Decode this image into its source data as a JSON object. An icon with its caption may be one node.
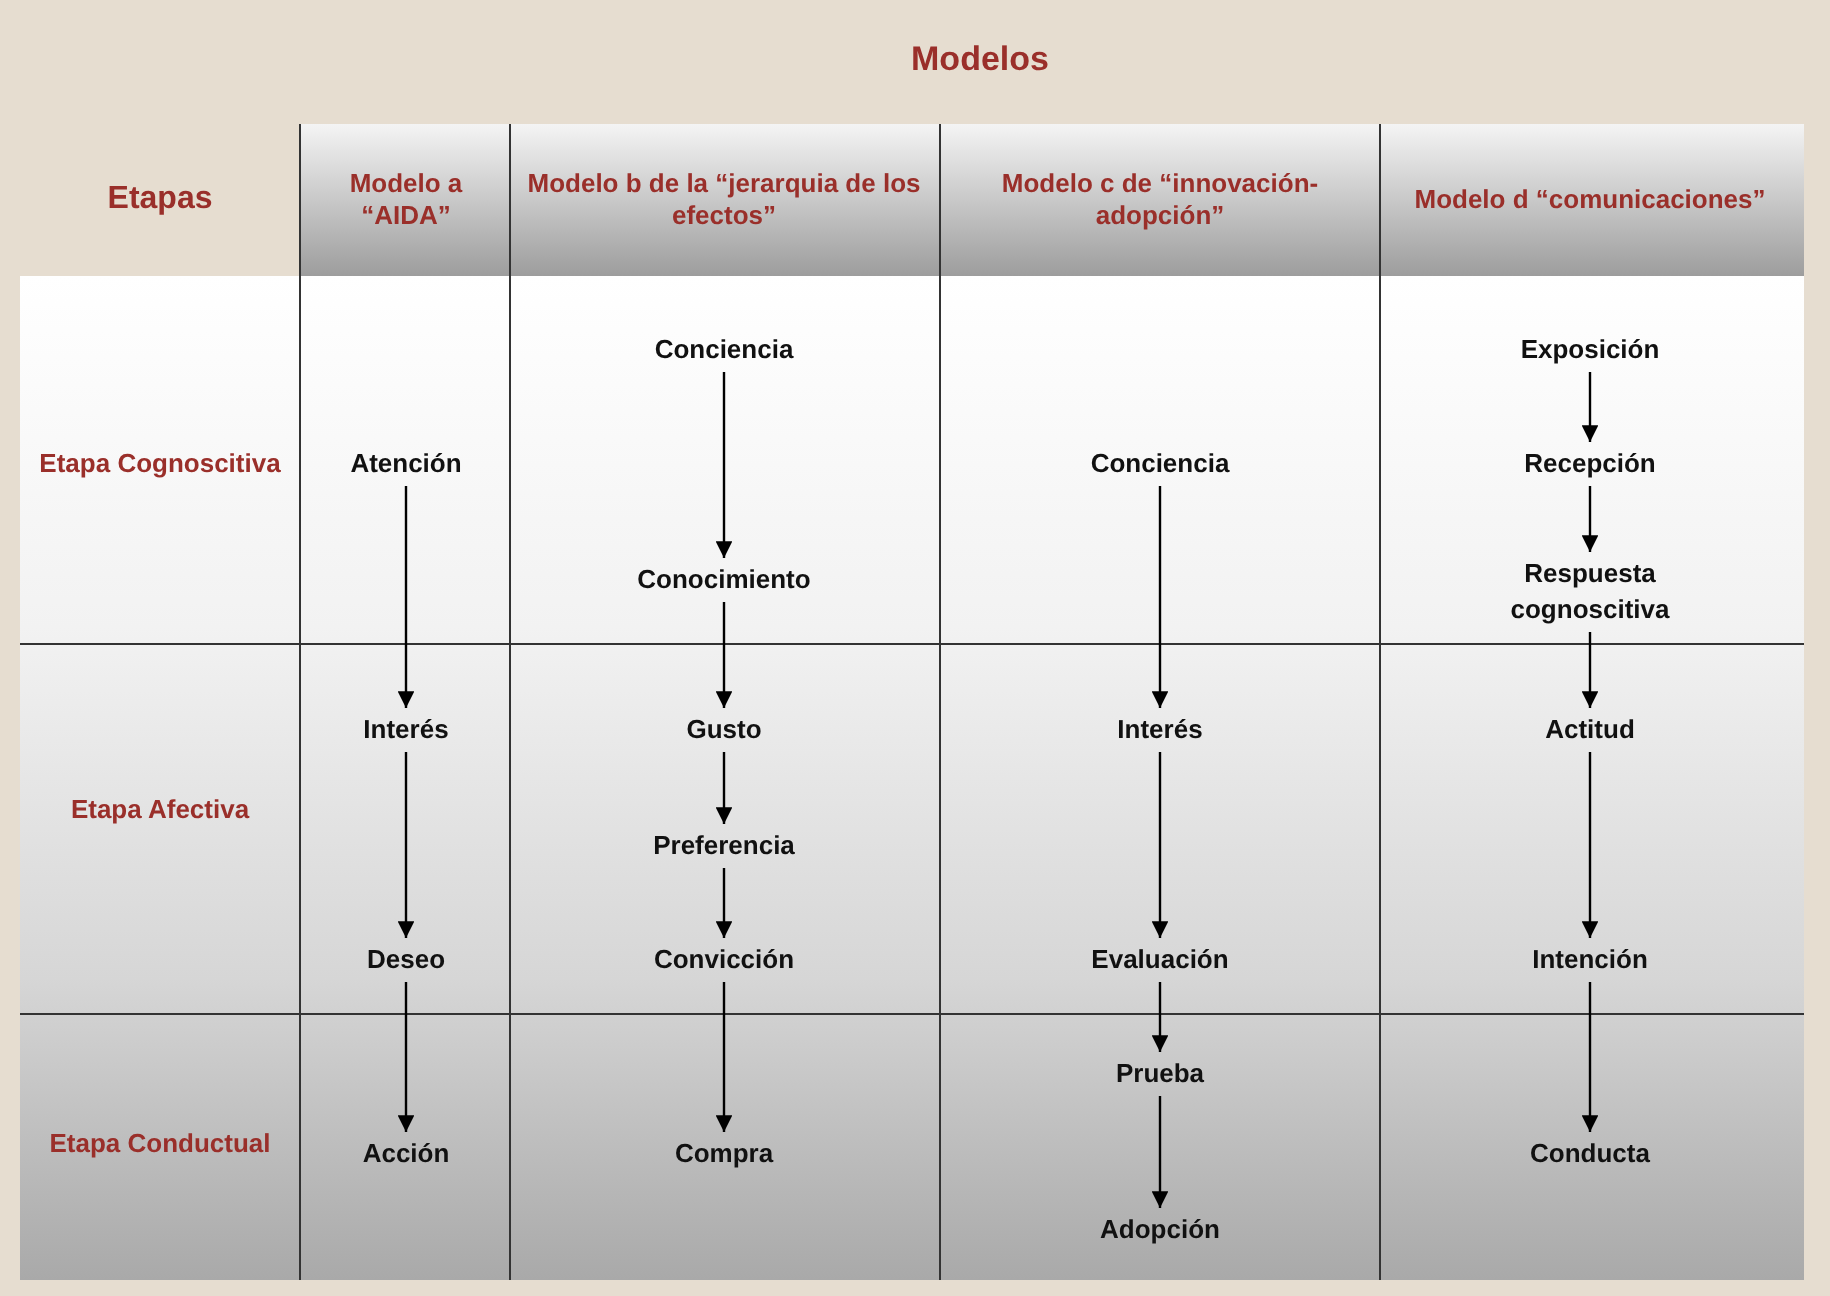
{
  "diagram": {
    "title": "Modelos",
    "nodes": [
      {
        "text": [
          "Atención"
        ]
      },
      {
        "text": [
          "Interés"
        ]
      },
      {
        "text": [
          "Deseo"
        ]
      },
      {
        "text": [
          "Acción"
        ]
      },
      {
        "text": [
          "Conciencia"
        ]
      },
      {
        "text": [
          "Conocimiento"
        ]
      },
      {
        "text": [
          "Gusto"
        ]
      },
      {
        "text": [
          "Preferencia"
        ]
      },
      {
        "text": [
          "Convicción"
        ]
      },
      {
        "text": [
          "Compra"
        ]
      },
      {
        "text": [
          "Conciencia"
        ]
      },
      {
        "text": [
          "Interés"
        ]
      },
      {
        "text": [
          "Evaluación"
        ]
      },
      {
        "text": [
          "Prueba"
        ]
      },
      {
        "text": [
          "Adopción"
        ]
      },
      {
        "text": [
          "Exposición"
        ]
      },
      {
        "text": [
          "Recepción"
        ]
      },
      {
        "text": [
          "Respuesta cognoscitiva"
        ]
      },
      {
        "text": [
          "Actitud"
        ]
      },
      {
        "text": [
          "Intención"
        ]
      },
      {
        "text": [
          "Conducta"
        ]
      }
    ],
    "edges": [
      {
        "from": 0,
        "to": 1,
        "arrow": "to"
      },
      {
        "from": 1,
        "to": 2,
        "arrow": "to"
      },
      {
        "from": 2,
        "to": 3,
        "arrow": "to"
      },
      {
        "from": 4,
        "to": 5,
        "arrow": "to"
      },
      {
        "from": 5,
        "to": 6,
        "arrow": "to"
      },
      {
        "from": 6,
        "to": 7,
        "arrow": "to"
      },
      {
        "from": 7,
        "to": 8,
        "arrow": "to"
      },
      {
        "from": 8,
        "to": 9,
        "arrow": "to"
      },
      {
        "from": 10,
        "to": 11,
        "arrow": "to"
      },
      {
        "from": 11,
        "to": 12,
        "arrow": "to"
      },
      {
        "from": 12,
        "to": 13,
        "arrow": "to"
      },
      {
        "from": 13,
        "to": 14,
        "arrow": "to"
      },
      {
        "from": 15,
        "to": 16,
        "arrow": "to"
      },
      {
        "from": 16,
        "to": 17,
        "arrow": "to"
      },
      {
        "from": 17,
        "to": 18,
        "arrow": "to"
      },
      {
        "from": 18,
        "to": 19,
        "arrow": "to"
      },
      {
        "from": 19,
        "to": 20,
        "arrow": "to"
      }
    ],
    "labels": [
      "Etapas",
      "Modelo a “AIDA”",
      "Modelo b de la “jerarquia de los efectos”",
      "Modelo c de “innovación-adopción”",
      "Modelo d “comunicaciones”",
      "Etapa Cognoscitiva",
      "Etapa Afectiva",
      "Etapa Conductual"
    ]
  }
}
